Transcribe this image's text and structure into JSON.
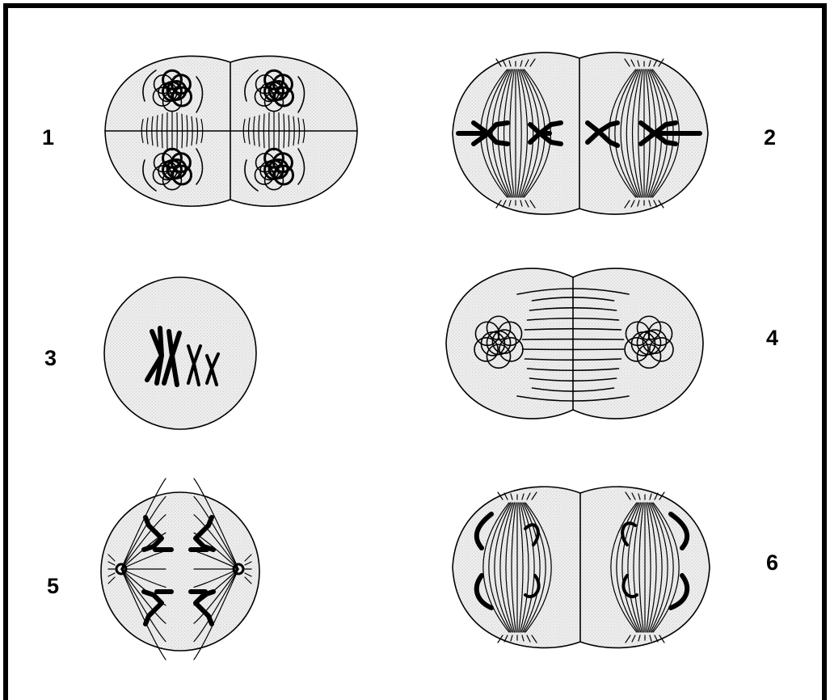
{
  "stage_labels": [
    "1",
    "2",
    "3",
    "4",
    "5",
    "6"
  ],
  "colors": {
    "ink": "#000000",
    "cell_fill": "#ececec",
    "background": "#ffffff"
  }
}
